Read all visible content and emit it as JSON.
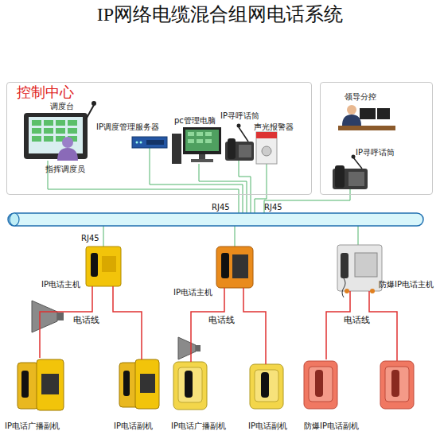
{
  "diagram": {
    "title": "IP网络电缆混合组网电话系统",
    "nodes": [
      {
        "text": [
          "控制中心"
        ]
      },
      {
        "text": [
          "调度台"
        ],
        "in": 0
      },
      {
        "text": [
          "指挥调度员"
        ],
        "in": 0
      },
      {
        "text": [
          "IP调度管理服务器"
        ],
        "in": 0
      },
      {
        "text": [
          "pc管理电脑"
        ],
        "in": 0
      },
      {
        "text": [
          "IP寻呼话筒"
        ],
        "in": 0
      },
      {
        "text": [
          "声光报警器"
        ],
        "in": 0
      },
      {
        "text": [
          "领导分控"
        ]
      },
      {
        "text": [
          "IP寻呼话筒"
        ],
        "in": 7
      },
      {
        "text": [
          "IP电话主机"
        ]
      },
      {
        "text": [
          "IP电话主机"
        ]
      },
      {
        "text": [
          "防爆IP电话主机"
        ]
      },
      {
        "text": [
          "IP电话广播副机"
        ]
      },
      {
        "text": [
          "IP电话副机"
        ]
      },
      {
        "text": [
          "IP电话广播副机"
        ]
      },
      {
        "text": [
          "IP电话副机"
        ]
      },
      {
        "text": [
          "防爆IP电话副机"
        ]
      }
    ],
    "edges": [
      {
        "from": 9,
        "to": 12,
        "label": "电话线",
        "arrow": "none"
      },
      {
        "from": 9,
        "to": 13,
        "arrow": "none"
      },
      {
        "from": 10,
        "to": 14,
        "label": "电话线",
        "arrow": "none"
      },
      {
        "from": 10,
        "to": 15,
        "arrow": "none"
      },
      {
        "from": 11,
        "to": 16,
        "label": "电话线",
        "arrow": "none"
      }
    ],
    "labels": [
      "RJ45",
      "RJ45",
      "RJ45"
    ]
  }
}
